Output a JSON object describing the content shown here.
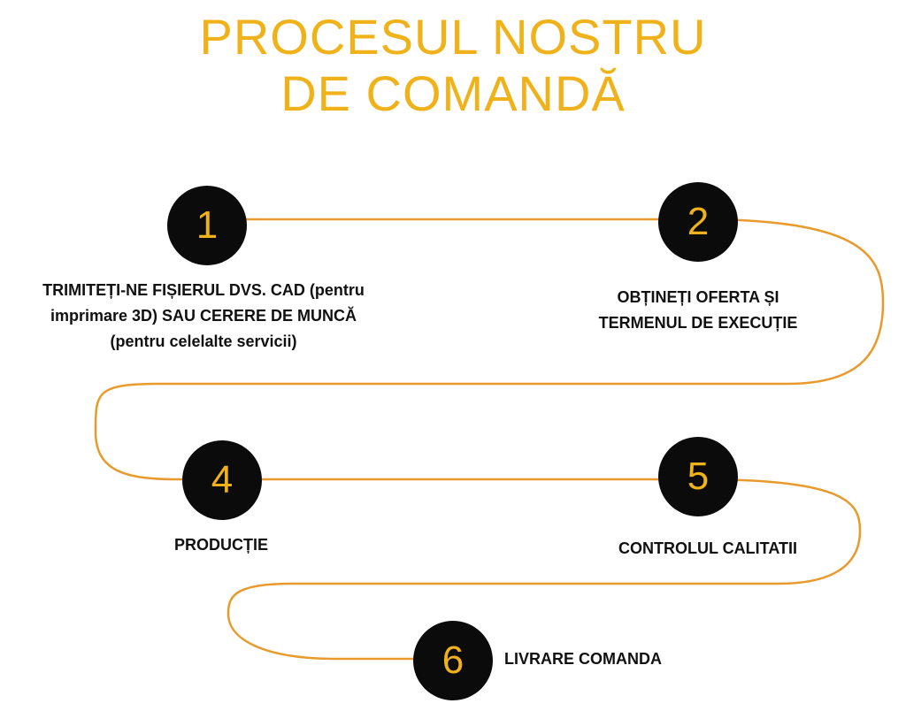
{
  "colors": {
    "accent": "#f0b21a",
    "path": "#e89a2c",
    "circle": "#0b0b0b",
    "text": "#111111"
  },
  "title": {
    "line1": "PROCESUL NOSTRU",
    "line2": "DE COMANDĂ"
  },
  "steps": [
    {
      "number": "1",
      "lines": [
        "TRIMITEȚI-NE FIȘIERUL DVS. CAD (pentru",
        "imprimare 3D) SAU CERERE DE MUNCĂ",
        "(pentru celelalte servicii)"
      ]
    },
    {
      "number": "2",
      "lines": [
        "OBȚINEȚI OFERTA ȘI",
        "TERMENUL DE EXECUȚIE"
      ]
    },
    {
      "number": "4",
      "lines": [
        "PRODUCȚIE"
      ]
    },
    {
      "number": "5",
      "lines": [
        "CONTROLUL CALITATII"
      ]
    },
    {
      "number": "6",
      "lines": [
        "LIVRARE COMANDA"
      ]
    }
  ]
}
